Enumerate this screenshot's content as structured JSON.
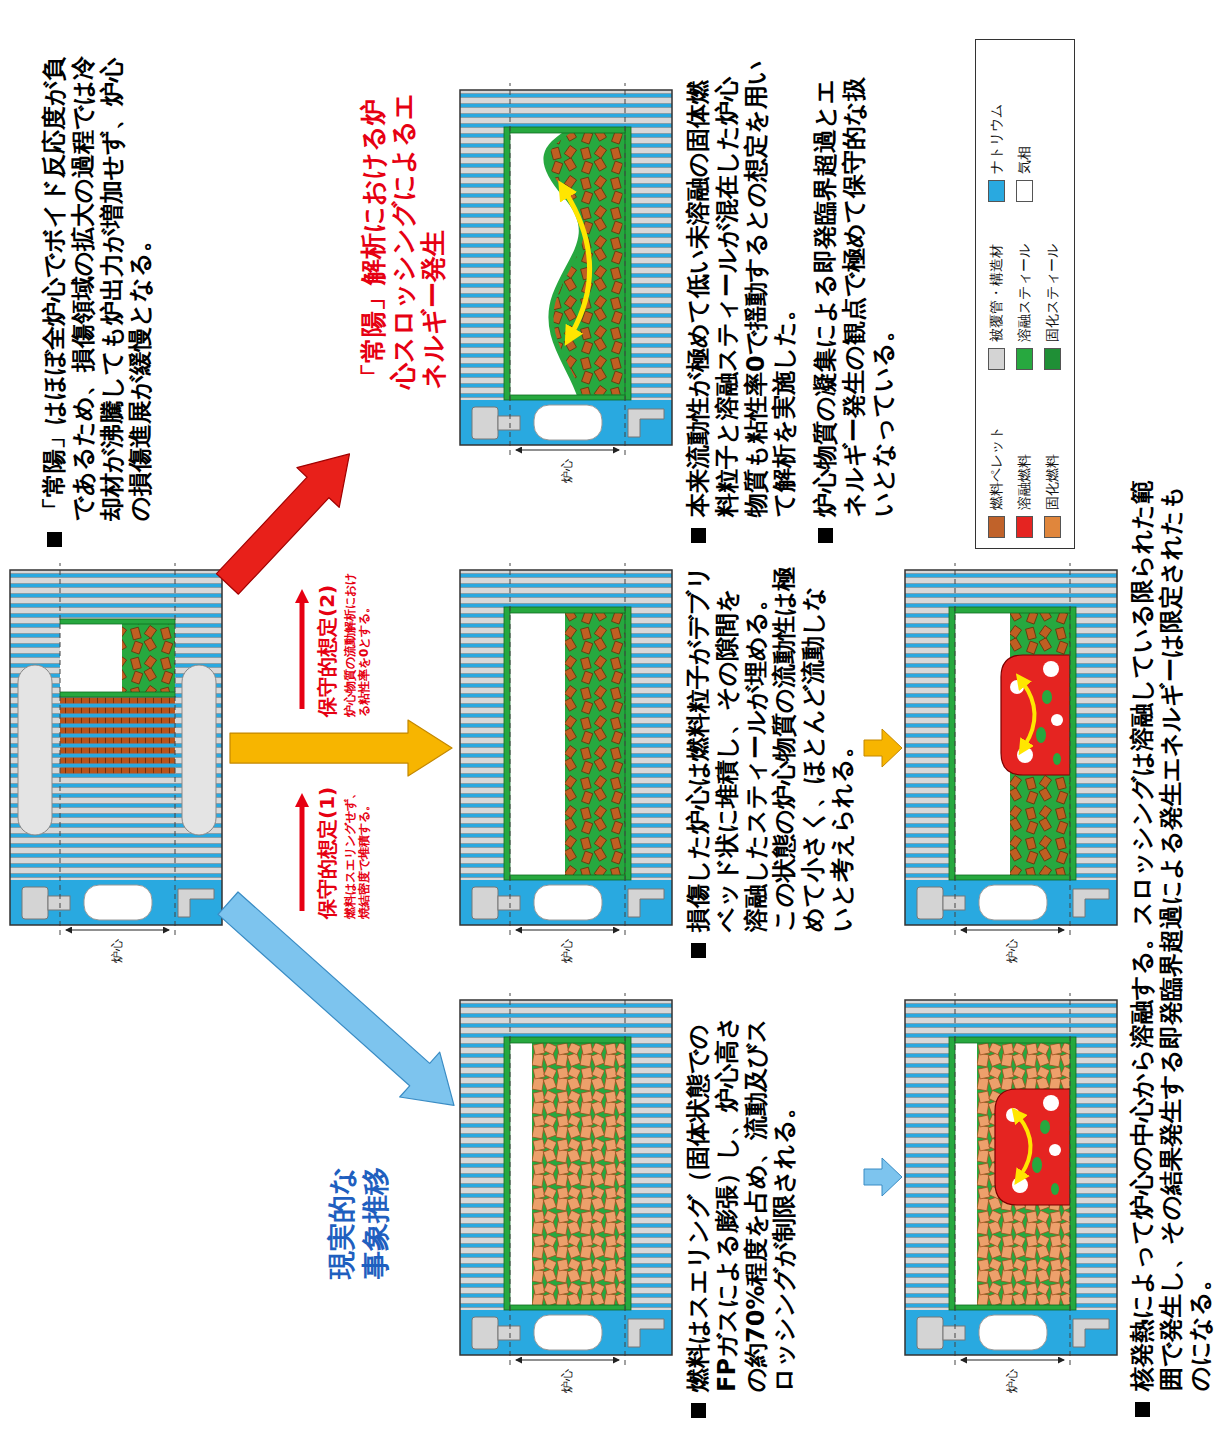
{
  "diagram": {
    "nodes": [
      {
        "text": [
          "炉心"
        ]
      },
      {
        "text": [
          "炉心"
        ]
      },
      {
        "text": [
          "炉心"
        ]
      },
      {
        "text": [
          "「常陽」解析における炉心スロッシングによるエネルギー発生",
          "炉心"
        ]
      },
      {
        "text": [
          "炉心"
        ]
      },
      {
        "text": [
          "炉心"
        ]
      }
    ],
    "edges": [
      {
        "from": 0,
        "to": 1,
        "arrow": "to"
      },
      {
        "from": 0,
        "to": 2,
        "arrow": "to"
      },
      {
        "from": 0,
        "to": 3,
        "arrow": "to"
      }
    ],
    "labels": [
      "「常陽」はほぼ全炉心でボイド反応度が負であるため、損傷領域の拡大の過程では冷却材が沸騰しても炉出力が増加せず、炉心の損傷進展が緩慢となる。",
      "現実的な事象推移",
      "保守的想定(1)",
      "燃料はスエリングせず、焼結密度で堆積する。",
      "保守的想定(2)",
      "炉心物質の流動解析における粘性率を0とする。",
      "燃料はスエリング（固体状態でのFPガスによる膨張）し、炉心高さの約70%程度を占め、流動及びスロッシングが制限される。",
      "損傷した炉心は燃料粒子がデブリベッド状に堆積し、その隙間を溶融したスティールが埋める。この状態の炉心物質の流動性は極めて小さく、ほとんど流動しないと考えられる。",
      "本来流動性が極めて低い未溶融の固体燃料粒子と溶融スティールが混在した炉心物質も粘性率0で揺動するとの想定を用いて解析を実施した。",
      "炉心物質の凝集による即発臨界超過とエネルギー発生の観点で極めて保守的な扱いとなっている。",
      "核発熱によって炉心の中心から溶融する。スロッシングは溶融している限られた範囲で発生し、その結果発生する即発臨界超過による発生エネルギーは限定されたものになる。"
    ],
    "legend": [
      {
        "text": "燃料ペレット",
        "color": "#c0622a"
      },
      {
        "text": "被覆管・構造材",
        "color": "#d4d4d4"
      },
      {
        "text": "ナトリウム",
        "color": "#29a9e0"
      },
      {
        "text": "溶融燃料",
        "color": "#e52421"
      },
      {
        "text": "溶融スティール",
        "color": "#27a83f"
      },
      {
        "text": "気相",
        "color": "#ffffff"
      },
      {
        "text": "固化燃料",
        "color": "#e0863c"
      },
      {
        "text": "固化スティール",
        "color": "#1f8f36"
      }
    ]
  }
}
